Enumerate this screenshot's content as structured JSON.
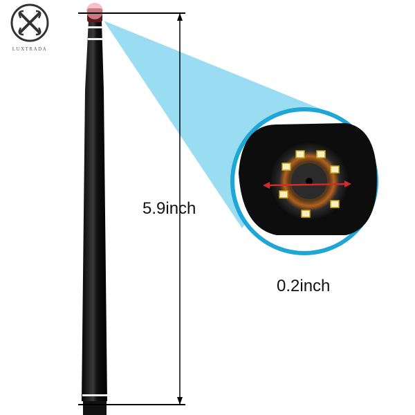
{
  "brand": {
    "name": "LUXTRADA"
  },
  "dimensions": {
    "length_label": "5.9inch",
    "diameter_label": "0.2inch"
  },
  "colors": {
    "accent_ring": "#1ea6d6",
    "light_cone": "#8fd9f2",
    "arrow": "#d62a2a",
    "body": "#1a1a1a"
  }
}
